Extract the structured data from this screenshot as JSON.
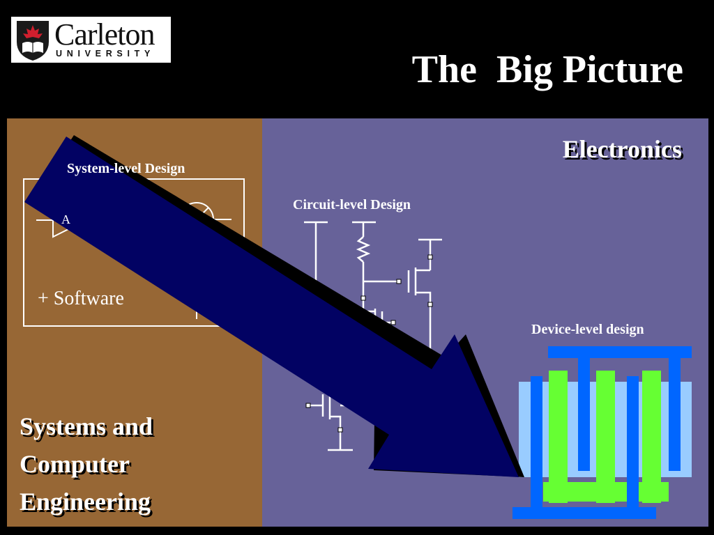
{
  "logo": {
    "name": "Carleton",
    "subtitle": "UNIVERSITY"
  },
  "slide": {
    "title": "The  Big Picture",
    "electronics_heading": "Electronics",
    "systems_heading": "Systems and Computer Engineering"
  },
  "labels": {
    "system_level": "System-level Design",
    "software": "+ Software",
    "circuit_level": "Circuit-level Design",
    "device_level": "Device-level design",
    "amplifier": "A"
  },
  "colors": {
    "background": "#000000",
    "left_panel": "#976735",
    "right_panel": "#676299",
    "arrow": "#020263",
    "device_light_blue": "#99ccff",
    "device_blue": "#0066ff",
    "device_green": "#66ff33"
  }
}
